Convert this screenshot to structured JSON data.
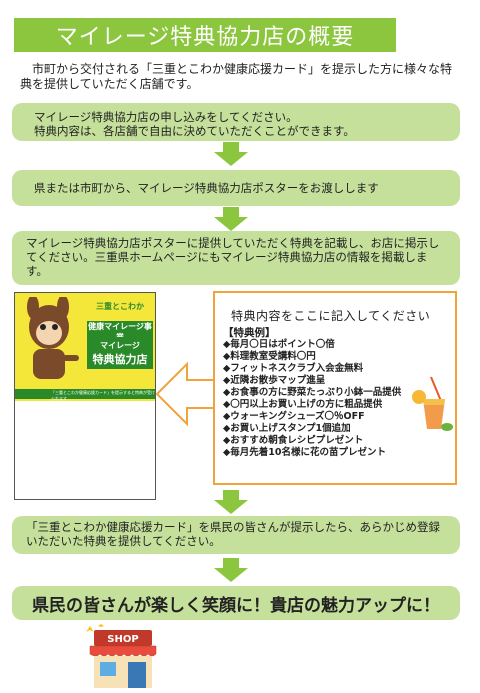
{
  "title": "マイレージ特典協力店の概要",
  "intro": "市町から交付される「三重とこわか健康応援カード」を提示した方に様々な特典を提供していただく店舗です。",
  "steps": {
    "step1_line1": "マイレージ特典協力店の申し込みをしてください。",
    "step1_line2": "特典内容は、各店舗で自由に決めていただくことができます。",
    "step2": "県または市町から、マイレージ特典協力店ポスターをお渡しします",
    "step3": "マイレージ特典協力店ポスターに提供していただく特典を記載し、お店に掲示してください。三重県ホームページにもマイレージ特典協力店の情報を掲載します。",
    "step4": "「三重とこわか健康応援カード」を県民の皆さんが提示したら、あらかじめ登録いただいた特典を提供してください。",
    "final": "県民の皆さんが楽しく笑顔に！貴店の魅力アップに！"
  },
  "poster": {
    "title1": "三重とこわか",
    "title2": "健康マイレージ事業",
    "title3_line1": "マイレージ",
    "title3_line2": "特典協力店",
    "strip": "「三重とこわか健康応援カード」を提示すると特典が受けられます"
  },
  "example": {
    "heading": "特典内容をここに記入してください",
    "label": "【特典例】",
    "items": [
      "◆毎月〇日はポイント〇倍",
      "◆料理教室受講料〇円",
      "◆フィットネスクラブ入会金無料",
      "◆近隣お散歩マップ進呈",
      "◆お食事の方に野菜たっぷり小鉢一品提供",
      "◆〇円以上お買い上げの方に粗品提供",
      "◆ウォーキングシューズ〇％OFF",
      "◆お買い上げスタンプ1個追加",
      "◆おすすめ朝食レシピプレゼント",
      "◆毎月先着10名様に花の苗プレゼント"
    ]
  },
  "shop_sign": "SHOP",
  "colors": {
    "title_green": "#8cc63f",
    "box_green": "#c5e09b",
    "arrow_green": "#8cc63f",
    "example_border": "#f0a33b",
    "poster_yellow": "#f5e63a"
  }
}
